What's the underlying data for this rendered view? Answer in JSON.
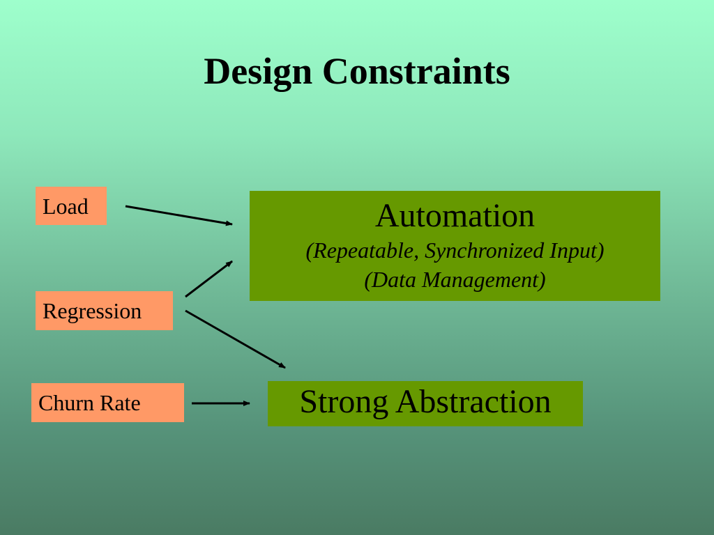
{
  "slide": {
    "title": "Design Constraints"
  },
  "sources": {
    "load": "Load",
    "regression": "Regression",
    "churn_rate": "Churn Rate"
  },
  "targets": {
    "automation": {
      "title": "Automation",
      "line1": "(Repeatable, Synchronized Input)",
      "line2": "(Data Management)"
    },
    "abstraction": {
      "title": "Strong Abstraction"
    }
  },
  "colors": {
    "source_fill": "#ff9966",
    "target_fill": "#669900"
  }
}
